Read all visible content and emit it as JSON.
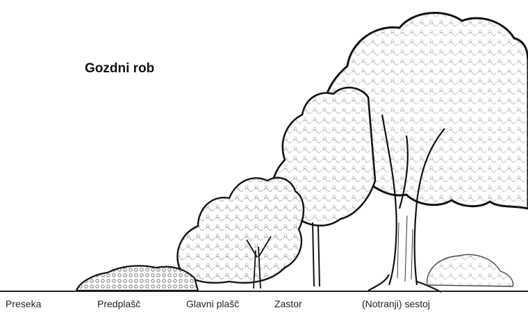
{
  "title": "Gozdni rob",
  "zones": [
    {
      "id": "preseka",
      "label": "Preseka"
    },
    {
      "id": "predplasc",
      "label": "Predplašč"
    },
    {
      "id": "glavni-plasc",
      "label": "Glavni plašč"
    },
    {
      "id": "zastor",
      "label": "Zastor"
    },
    {
      "id": "sestoj",
      "label": "(Notranji) sestoj"
    }
  ]
}
